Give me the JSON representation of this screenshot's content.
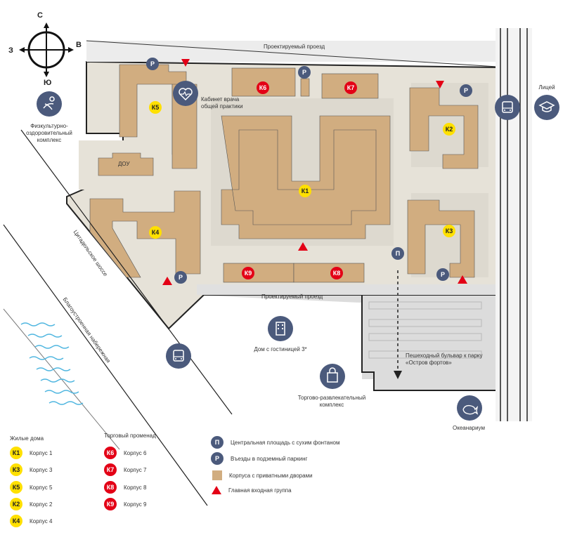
{
  "compass": {
    "north": "С",
    "south": "Ю",
    "west": "З",
    "east": "В"
  },
  "roads": {
    "top": "Проектируемый проезд",
    "middle": "Проектируемый проезд",
    "highway": "Цитадельское шоссе",
    "embankment": "Благоустроенная набережная"
  },
  "buildings": {
    "k1": "К1",
    "k2": "К2",
    "k3": "К3",
    "k4": "К4",
    "k5": "К5",
    "k6": "К6",
    "k7": "К7",
    "k8": "К8",
    "k9": "К9",
    "dou": "ДОУ"
  },
  "pois": {
    "fitness": "Физкультурно-оздоровительный комплекс",
    "doctor": "Кабинет врача общей практики",
    "lyceum": "Лицей",
    "hotel": "Дом с гостиницей 3*",
    "mall": "Торгово-развлекательный комплекс",
    "oceanarium": "Океанариум",
    "boulevard": "Пешеходный бульвар к парку «Остров фортов»"
  },
  "icons": {
    "plaza": "П",
    "parking": "P"
  },
  "legend": {
    "residential_title": "Жилые дома",
    "residential": [
      {
        "badge": "К1",
        "label": "Корпус 1"
      },
      {
        "badge": "К3",
        "label": "Корпус 3"
      },
      {
        "badge": "К5",
        "label": "Корпус 5"
      },
      {
        "badge": "К2",
        "label": "Корпус 2"
      },
      {
        "badge": "К4",
        "label": "Корпус 4"
      }
    ],
    "promenade_title": "Торговый променад",
    "promenade": [
      {
        "badge": "К6",
        "label": "Корпус 6"
      },
      {
        "badge": "К7",
        "label": "Корпус 7"
      },
      {
        "badge": "К8",
        "label": "Корпус 8"
      },
      {
        "badge": "К9",
        "label": "Корпус 9"
      }
    ],
    "symbols": {
      "plaza": "Центральная площадь с сухим фонтаном",
      "parking": "Въезды в подземный паркинг",
      "courtyard": "Корпуса с приватными дворами",
      "entrance": "Главная входная группа"
    }
  },
  "colors": {
    "building": "#d1ad80",
    "site": "#e6e2d8",
    "yellow_badge": "#ffe000",
    "red_badge": "#e30016",
    "icon": "#4b5a7c",
    "water": "#4fb6e0"
  }
}
